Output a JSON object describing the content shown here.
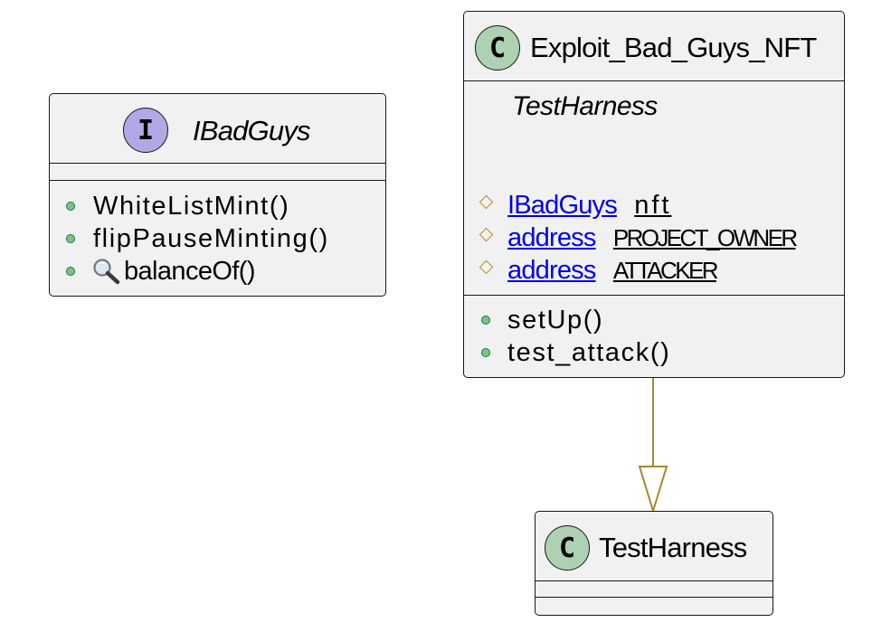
{
  "interface_ibadguys": {
    "stereotype_letter": "I",
    "name": "IBadGuys",
    "methods": [
      "WhiteListMint()",
      "flipPauseMinting()",
      "balanceOf()"
    ],
    "view_icon": "magnifier-icon"
  },
  "class_exploit": {
    "stereotype_letter": "C",
    "name": "Exploit_Bad_Guys_NFT",
    "parent_note": "TestHarness",
    "fields": [
      {
        "type": "IBadGuys",
        "name": "nft"
      },
      {
        "type": "address",
        "name": "PROJECT_OWNER"
      },
      {
        "type": "address",
        "name": "ATTACKER"
      }
    ],
    "methods": [
      "setUp()",
      "test_attack()"
    ]
  },
  "class_testharness": {
    "stereotype_letter": "C",
    "name": "TestHarness"
  },
  "colors": {
    "interface_badge": "#b4a7e5",
    "class_badge": "#add1b2",
    "box_fill": "#f1f1f1",
    "inheritance_arrow": "#a88632",
    "public_method_dot": "#84be84",
    "protected_field_diamond": "#b38d22",
    "type_link": "#0000ee"
  }
}
